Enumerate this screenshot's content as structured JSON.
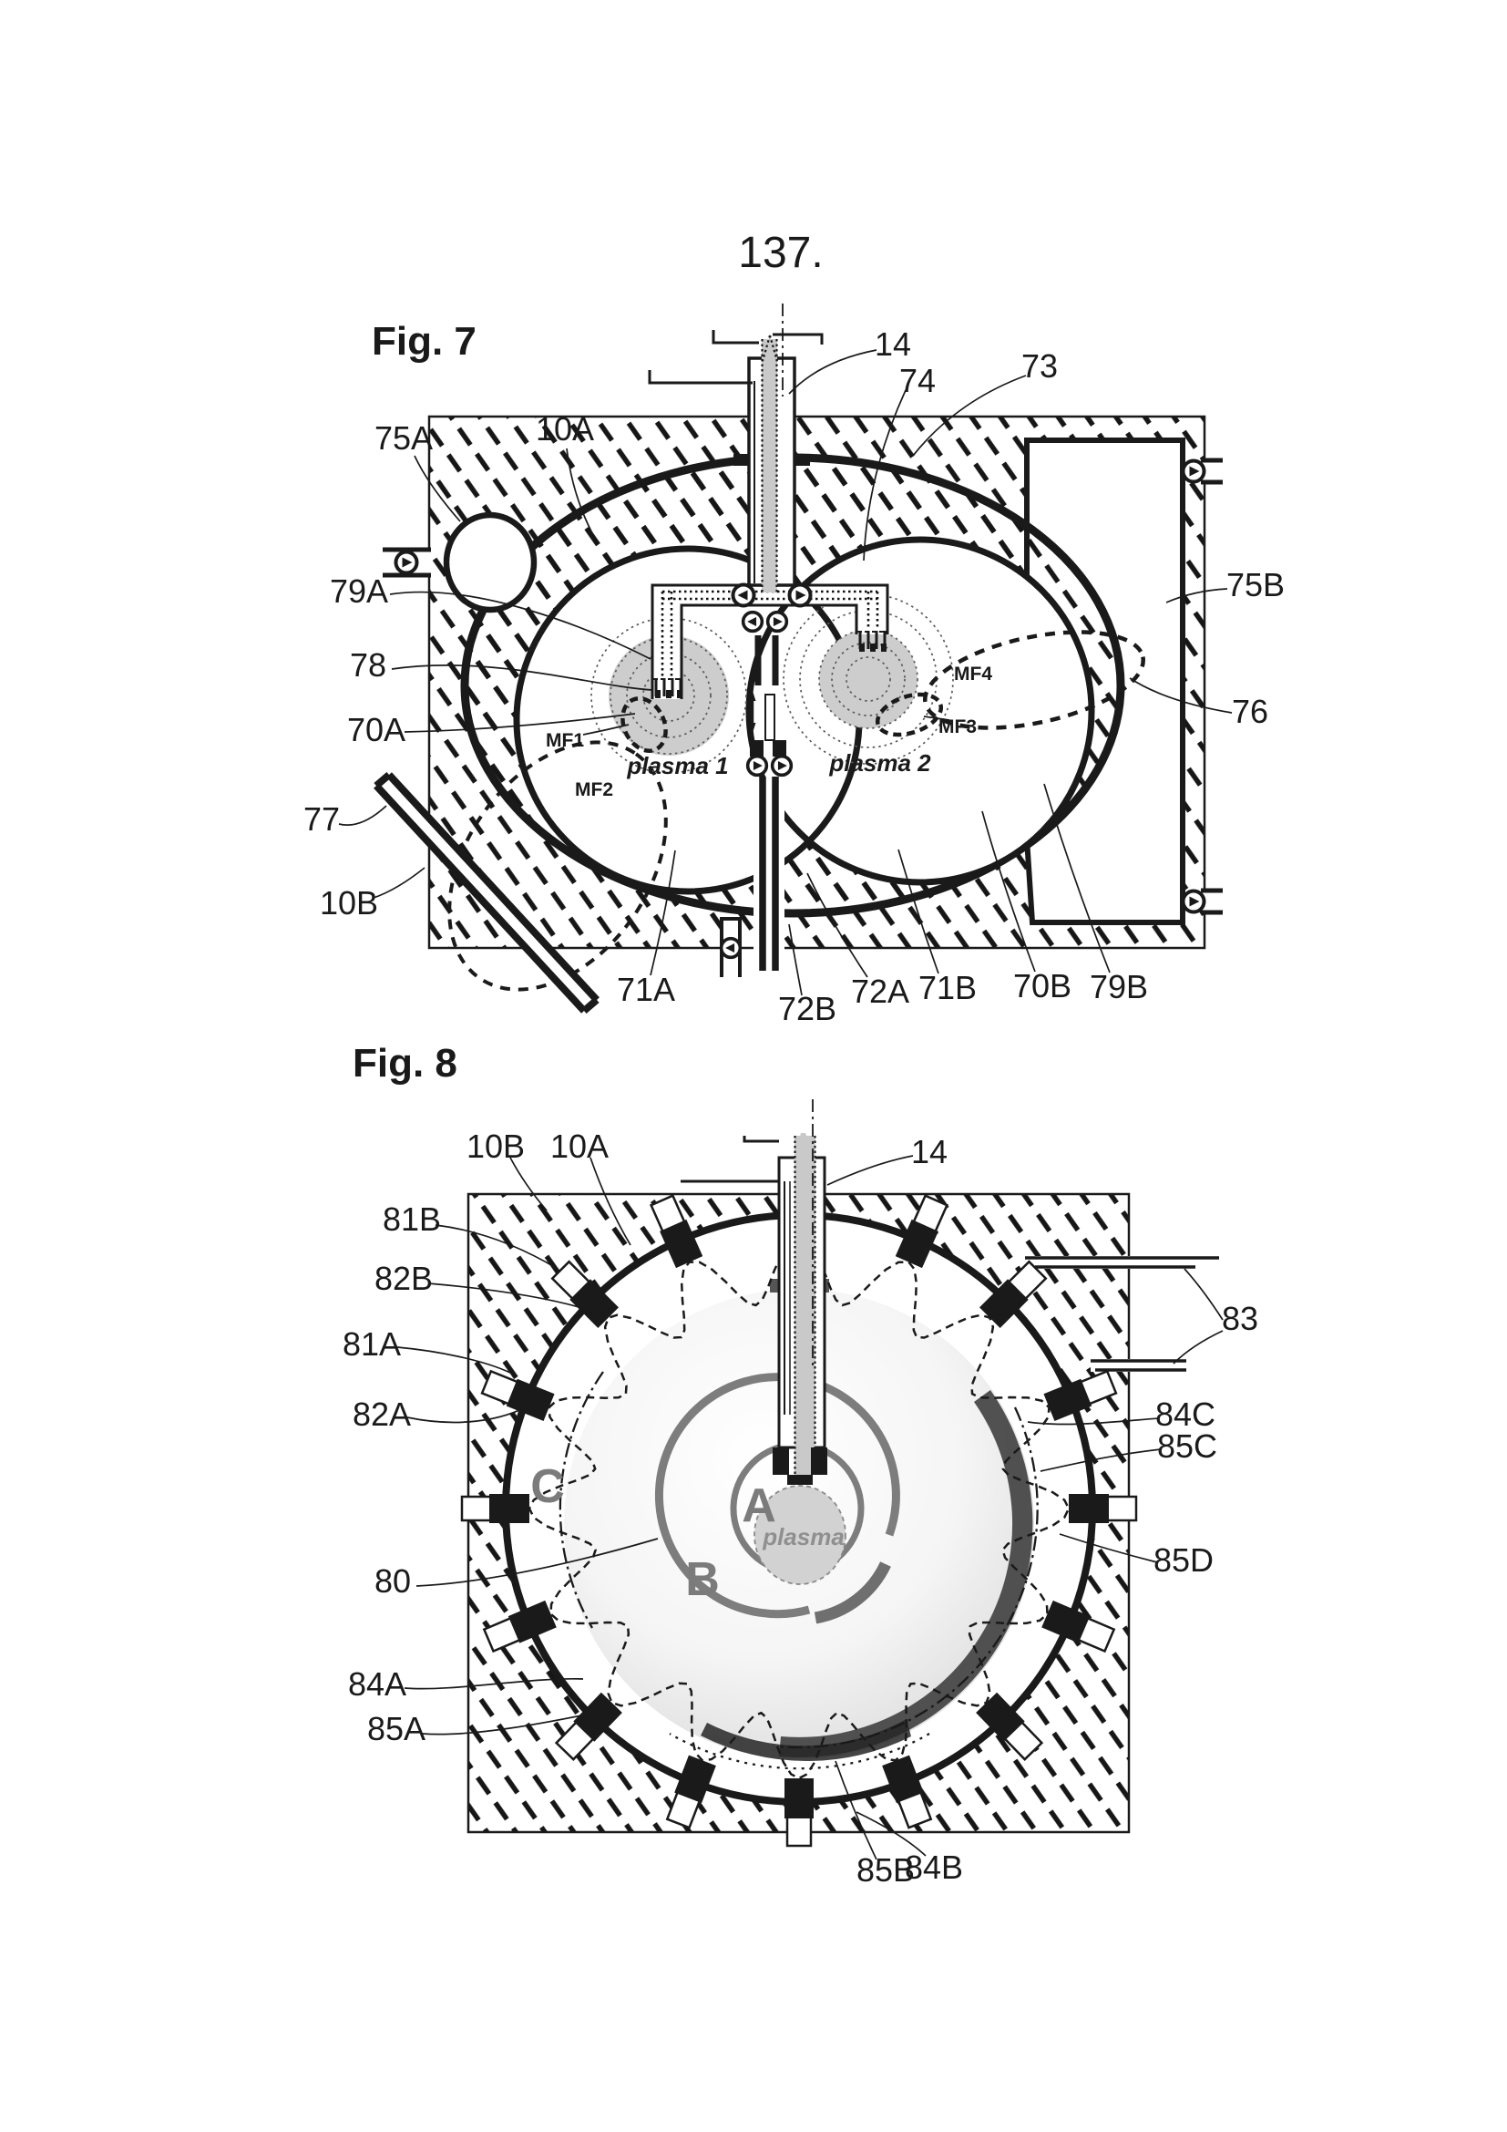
{
  "page": {
    "number": "137."
  },
  "fig7": {
    "title": "Fig. 7",
    "labels": {
      "75A": "75A",
      "10A": "10A",
      "14": "14",
      "74": "74",
      "73": "73",
      "75B": "75B",
      "76": "76",
      "79A": "79A",
      "78": "78",
      "70A": "70A",
      "77": "77",
      "10B": "10B",
      "71A": "71A",
      "72B": "72B",
      "72A": "72A",
      "71B": "71B",
      "70B": "70B",
      "79B": "79B",
      "MF1": "MF1",
      "MF2": "MF2",
      "MF3": "MF3",
      "MF4": "MF4",
      "plasma1": "plasma 1",
      "plasma2": "plasma 2"
    }
  },
  "fig8": {
    "title": "Fig. 8",
    "labels": {
      "10B": "10B",
      "10A": "10A",
      "14": "14",
      "81B": "81B",
      "82B": "82B",
      "81A": "81A",
      "82A": "82A",
      "83": "83",
      "84C": "84C",
      "85C": "85C",
      "85D": "85D",
      "80": "80",
      "84A": "84A",
      "85A": "85A",
      "85B": "85B",
      "84B": "84B",
      "A": "A",
      "B": "B",
      "C": "C",
      "plasma": "plasma"
    }
  },
  "colors": {
    "ink": "#1a1a1a",
    "plasma_fill": "#cdcdcd",
    "gray_line": "#7d7d7d"
  }
}
